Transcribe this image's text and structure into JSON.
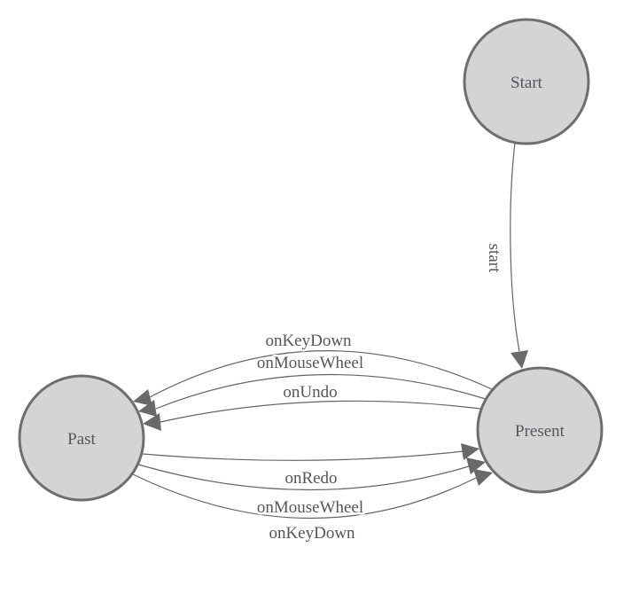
{
  "diagram": {
    "nodes": [
      {
        "id": "start",
        "label": "Start"
      },
      {
        "id": "past",
        "label": "Past"
      },
      {
        "id": "present",
        "label": "Present"
      }
    ],
    "edges": [
      {
        "from": "start",
        "to": "present",
        "label": "start"
      },
      {
        "from": "present",
        "to": "past",
        "label": "onKeyDown"
      },
      {
        "from": "present",
        "to": "past",
        "label": "onMouseWheel"
      },
      {
        "from": "present",
        "to": "past",
        "label": "onUndo"
      },
      {
        "from": "past",
        "to": "present",
        "label": "onRedo"
      },
      {
        "from": "past",
        "to": "present",
        "label": "onMouseWheel"
      },
      {
        "from": "past",
        "to": "present",
        "label": "onKeyDown"
      }
    ],
    "colors": {
      "background": "#ffffff",
      "node_fill": "#d4d4d4",
      "node_border": "#6e6e6e",
      "edge_line": "#646464",
      "arrowhead": "#696969",
      "label_text": "#56565a"
    }
  }
}
